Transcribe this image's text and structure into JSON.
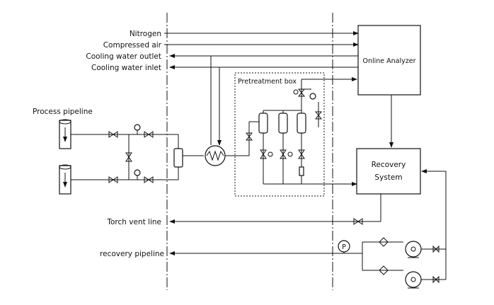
{
  "labels": {
    "nitrogen": "Nitrogen",
    "compressed_air": "Compressed air",
    "cooling_water_outlet": "Cooling water outlet",
    "cooling_water_inlet": "Cooling water inlet",
    "process_pipeline": "Process pipeline",
    "pretreatment_box": "Pretreatment box",
    "online_analyzer": "Online Analyzer",
    "recovery_system_line1": "Recovery",
    "recovery_system_line2": "System",
    "torch_vent_line": "Torch vent line",
    "recovery_pipeline": "recovery pipeline",
    "pressure_gauge": "P"
  }
}
